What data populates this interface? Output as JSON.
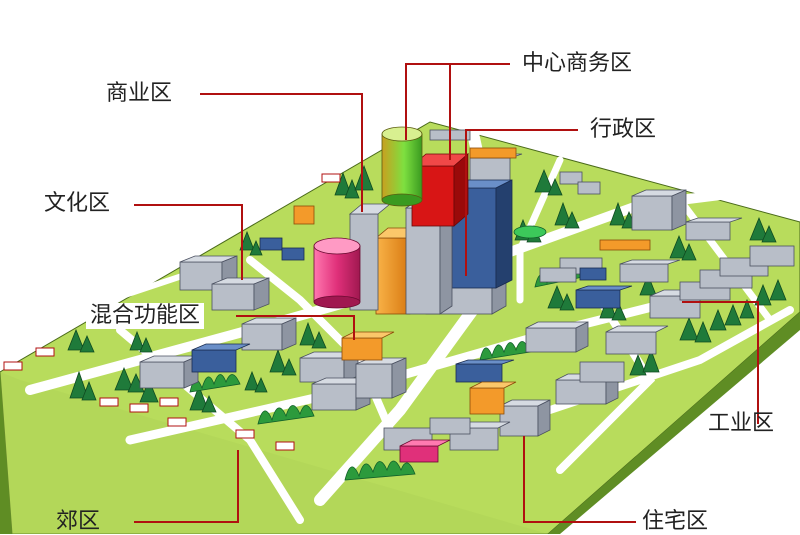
{
  "zones": {
    "cbd": "中心商务区",
    "commercial": "商业区",
    "administrative": "行政区",
    "cultural": "文化区",
    "mixed": "混合功能区",
    "industrial": "工业区",
    "suburb": "郊区",
    "residential": "住宅区"
  },
  "colors": {
    "leader_line": "#b01010",
    "ground_top": "#b8dc5c",
    "ground_side": "#5f8d24",
    "road": "#ffffff",
    "building_grey": "#b8bec8",
    "building_blue": "#3a5f9c",
    "building_orange": "#f39a2a",
    "building_red": "#d81515",
    "building_pink": "#e0307a",
    "tree": "#1f7a3a"
  }
}
